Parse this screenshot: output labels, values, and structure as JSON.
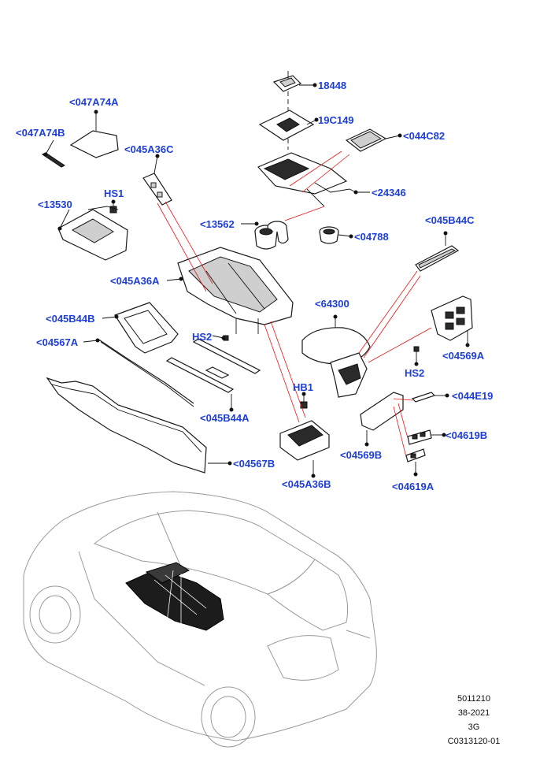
{
  "labels": {
    "l_047A74A": "<047A74A",
    "l_047A74B": "<047A74B",
    "l_045A36C": "<045A36C",
    "l_HS1": "HS1",
    "l_13530": "<13530",
    "l_18448": "18448",
    "l_19C149": "19C149",
    "l_044C82": "<044C82",
    "l_24346": "<24346",
    "l_13562": "<13562",
    "l_04788": "<04788",
    "l_045B44C": "<045B44C",
    "l_045A36A": "<045A36A",
    "l_64300": "<64300",
    "l_045B44B": "<045B44B",
    "l_04567A": "<04567A",
    "l_HS2a": "HS2",
    "l_04569A": "<04569A",
    "l_HS2b": "HS2",
    "l_HB1": "HB1",
    "l_044E19": "<044E19",
    "l_045B44A": "<045B44A",
    "l_04619B": "<04619B",
    "l_04569B": "<04569B",
    "l_04567B": "<04567B",
    "l_045A36B": "<045A36B",
    "l_04619A": "<04619A"
  },
  "reference": {
    "line1": "5011210",
    "line2": "38-2021",
    "line3": "3G",
    "line4": "C0313120-01"
  },
  "colors": {
    "label": "#1e3fd6",
    "pointer_line": "#e01818",
    "part_outline": "#1a1a1a",
    "vehicle_outline": "#9a9a9a"
  }
}
